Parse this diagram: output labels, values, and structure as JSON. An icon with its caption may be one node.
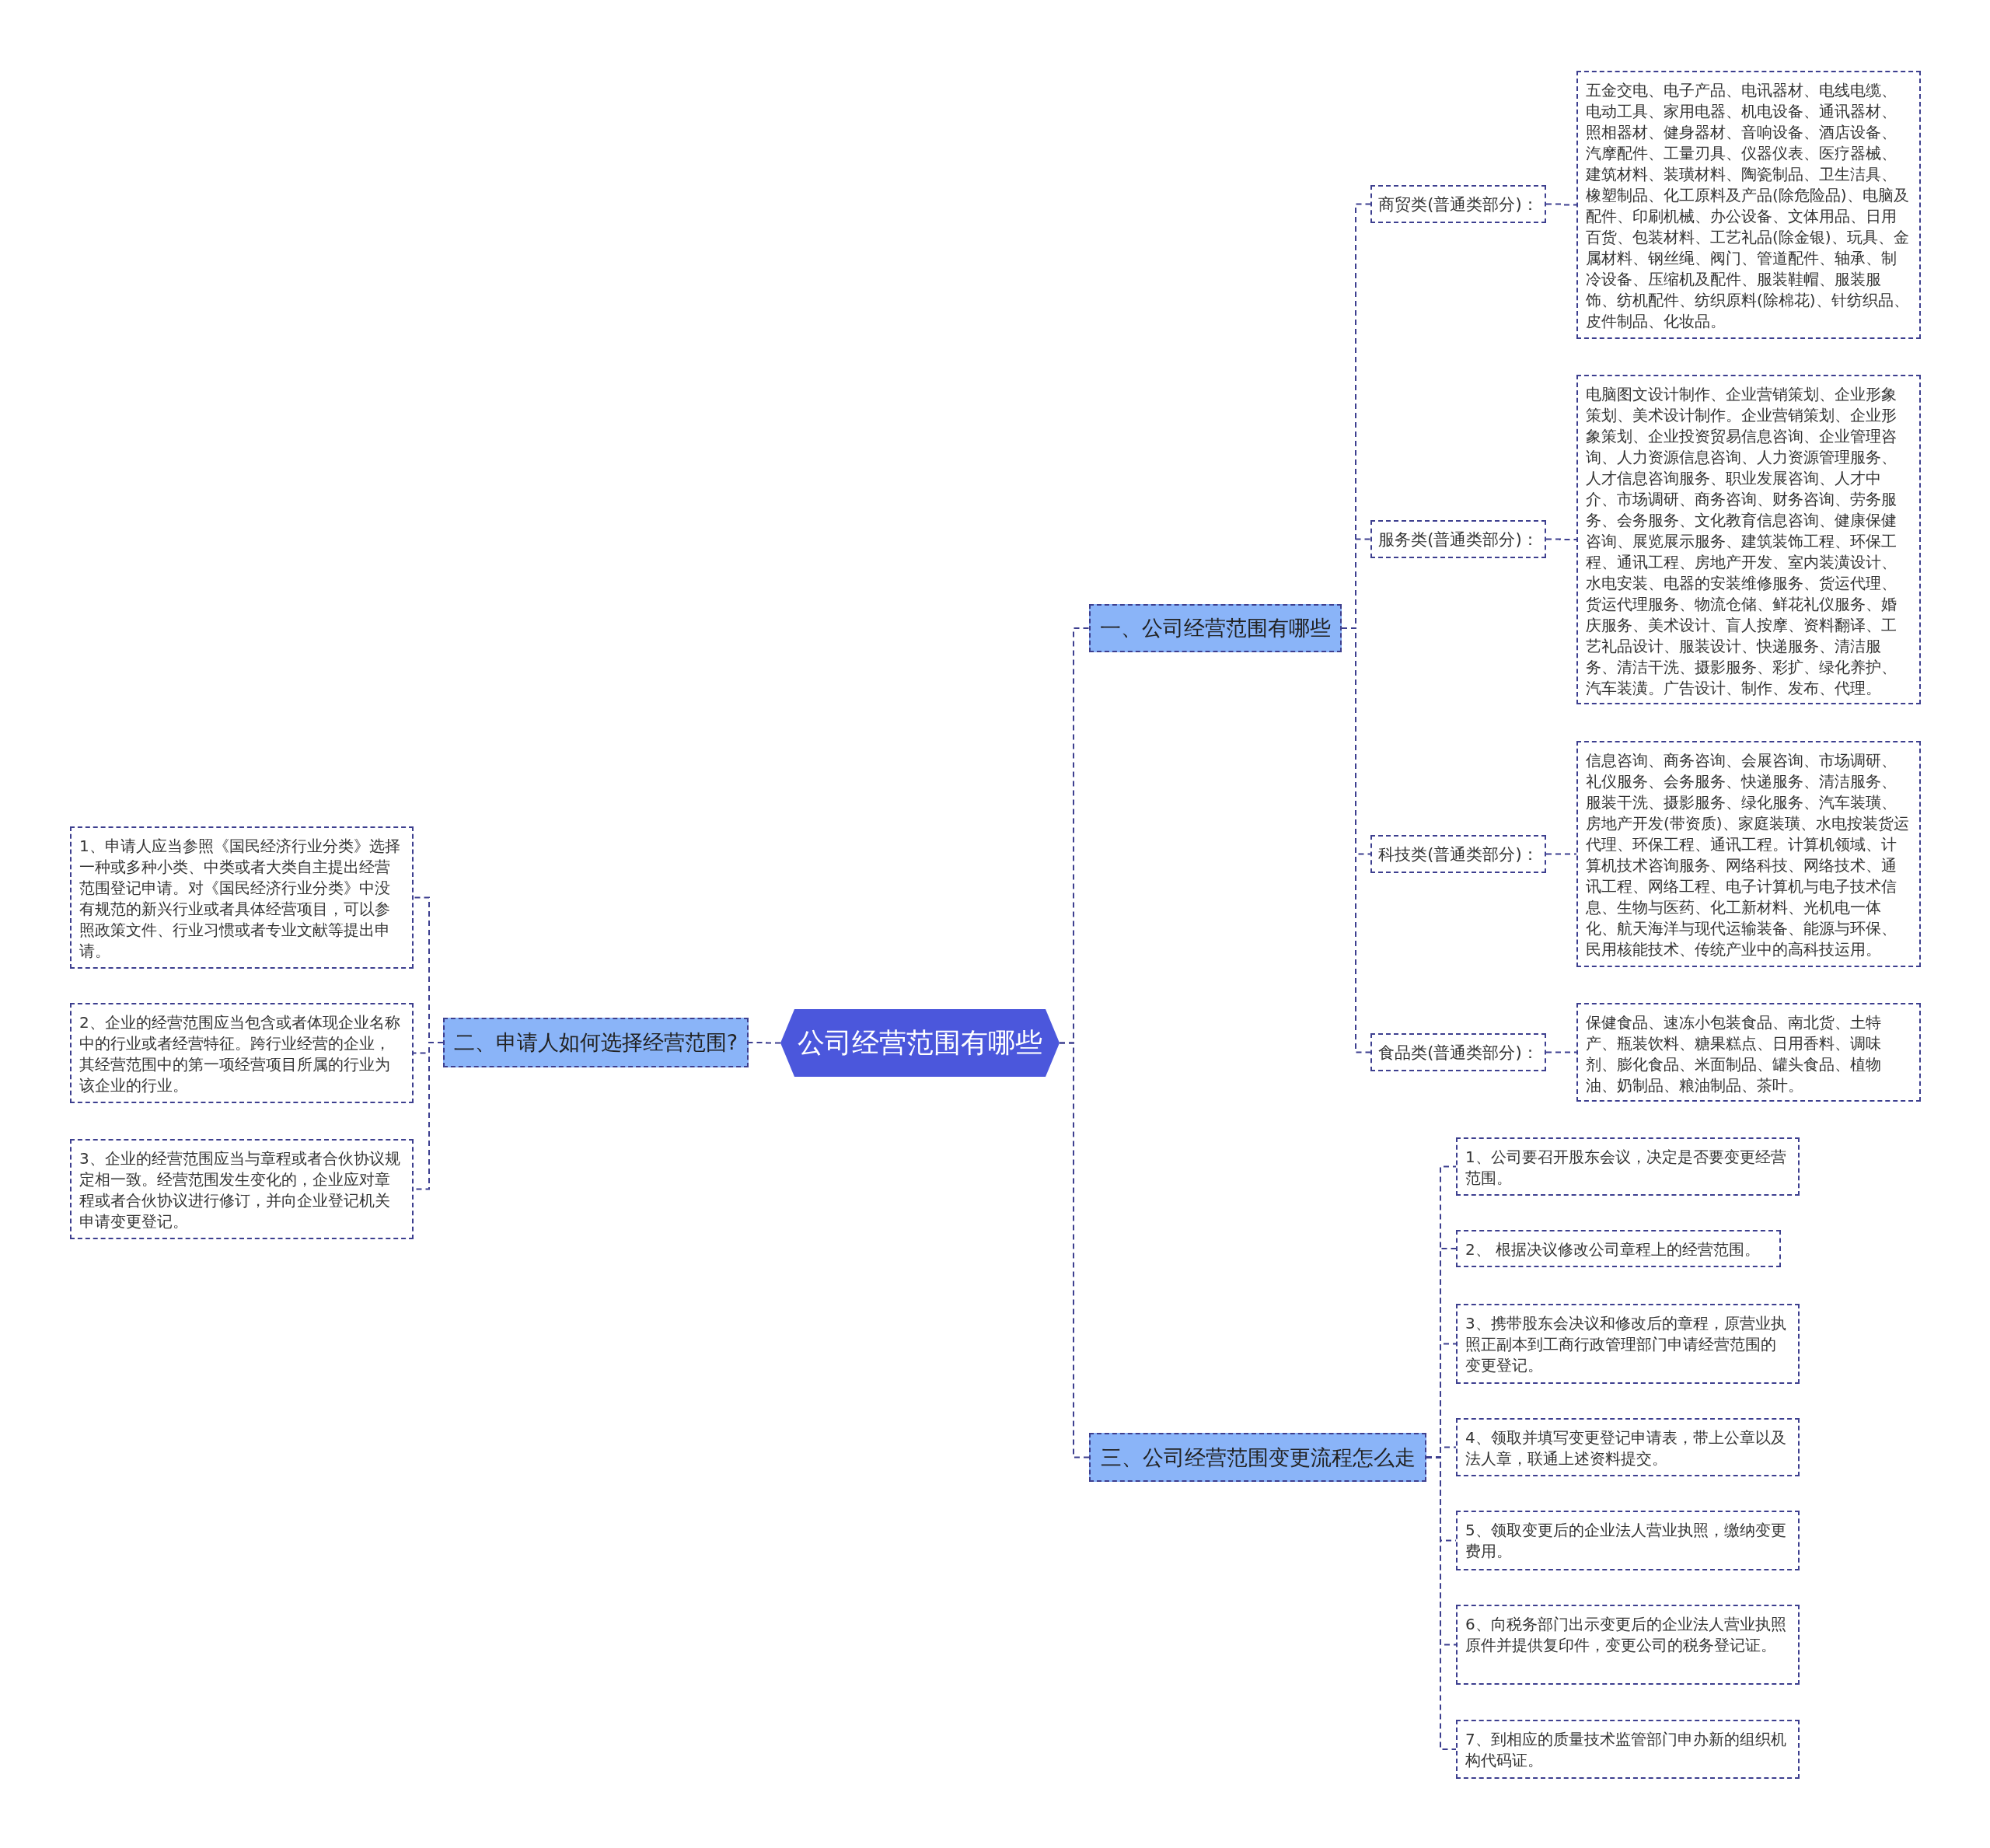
{
  "diagram": {
    "nodes": [
      {
        "text": [
          "公司经营范围有哪些"
        ]
      },
      {
        "text": [
          "一、公司经营范围有哪些"
        ]
      },
      {
        "text": [
          "商贸类(普通类部分)："
        ]
      },
      {
        "text": [
          "五金交电、电子产品、电讯器材、电线电缆、电动工具、家用电器、机电设备、通讯器材、照相器材、健身器材、音响设备、酒店设备、汽摩配件、工量刃具、仪器仪表、医疗器械、建筑材料、装璜材料、陶瓷制品、卫生洁具、橡塑制品、化工原料及产品(除危险品)、电脑及配件、印刷机械、办公设备、文体用品、日用百货、包装材料、工艺礼品(除金银)、玩具、金属材料、钢丝绳、阀门、管道配件、轴承、制冷设备、压缩机及配件、服装鞋帽、服装服饰、纺机配件、纺织原料(除棉花)、针纺织品、皮件制品、化妆品。"
        ]
      },
      {
        "text": [
          "服务类(普通类部分)："
        ]
      },
      {
        "text": [
          "电脑图文设计制作、企业营销策划、企业形象策划、美术设计制作。企业营销策划、企业形象策划、企业投资贸易信息咨询、企业管理咨询、人力资源信息咨询、人力资源管理服务、人才信息咨询服务、职业发展咨询、人才中介、市场调研、商务咨询、财务咨询、劳务服务、会务服务、文化教育信息咨询、健康保健咨询、展览展示服务、建筑装饰工程、环保工程、通讯工程、房地产开发、室内装潢设计、水电安装、电器的安装维修服务、货运代理、货运代理服务、物流仓储、鲜花礼仪服务、婚庆服务、美术设计、盲人按摩、资料翻译、工艺礼品设计、服装设计、快递服务、清洁服务、清洁干洗、摄影服务、彩扩、绿化养护、汽车装潢。广告设计、制作、发布、代理。"
        ]
      },
      {
        "text": [
          "科技类(普通类部分)："
        ]
      },
      {
        "text": [
          "信息咨询、商务咨询、会展咨询、市场调研、礼仪服务、会务服务、快递服务、清洁服务、服装干洗、摄影服务、绿化服务、汽车装璜、房地产开发(带资质)、家庭装璜、水电按装货运代理、环保工程、通讯工程。计算机领域、计算机技术咨询服务、网络科技、网络技术、通讯工程、网络工程、电子计算机与电子技术信息、生物与医药、化工新材料、光机电一体化、航天海洋与现代运输装备、能源与环保、民用核能技术、传统产业中的高科技运用。"
        ]
      },
      {
        "text": [
          "食品类(普通类部分)："
        ]
      },
      {
        "text": [
          "保健食品、速冻小包装食品、南北货、土特产、瓶装饮料、糖果糕点、日用香料、调味剂、膨化食品、米面制品、罐头食品、植物油、奶制品、粮油制品、茶叶。"
        ]
      },
      {
        "text": [
          "二、申请人如何选择经营范围?"
        ]
      },
      {
        "text": [
          "1、申请人应当参照《国民经济行业分类》选择一种或多种小类、中类或者大类自主提出经营范围登记申请。对《国民经济行业分类》中没有规范的新兴行业或者具体经营项目，可以参照政策文件、行业习惯或者专业文献等提出申请。"
        ]
      },
      {
        "text": [
          "2、企业的经营范围应当包含或者体现企业名称中的行业或者经营特征。跨行业经营的企业，其经营范围中的第一项经营项目所属的行业为该企业的行业。"
        ]
      },
      {
        "text": [
          "3、企业的经营范围应当与章程或者合伙协议规定相一致。经营范围发生变化的，企业应对章程或者合伙协议进行修订，并向企业登记机关申请变更登记。"
        ]
      },
      {
        "text": [
          "三、公司经营范围变更流程怎么走"
        ]
      },
      {
        "text": [
          "1、公司要召开股东会议，决定是否要变更经营范围。"
        ]
      },
      {
        "text": [
          "2、 根据决议修改公司章程上的经营范围。"
        ]
      },
      {
        "text": [
          "3、携带股东会决议和修改后的章程，原营业执照正副本到工商行政管理部门申请经营范围的变更登记。"
        ]
      },
      {
        "text": [
          "4、领取并填写变更登记申请表，带上公章以及法人章，联通上述资料提交。"
        ]
      },
      {
        "text": [
          "5、领取变更后的企业法人营业执照，缴纳变更费用。"
        ]
      },
      {
        "text": [
          "6、向税务部门出示变更后的企业法人营业执照原件并提供复印件，变更公司的税务登记证。"
        ]
      },
      {
        "text": [
          "7、到相应的质量技术监管部门申办新的组织机构代码证。"
        ]
      }
    ],
    "edges": [
      {
        "from": 0,
        "to": 1,
        "arrow": "none"
      },
      {
        "from": 1,
        "to": 2,
        "arrow": "none"
      },
      {
        "from": 2,
        "to": 3,
        "arrow": "none"
      },
      {
        "from": 1,
        "to": 4,
        "arrow": "none"
      },
      {
        "from": 4,
        "to": 5,
        "arrow": "none"
      },
      {
        "from": 1,
        "to": 6,
        "arrow": "none"
      },
      {
        "from": 6,
        "to": 7,
        "arrow": "none"
      },
      {
        "from": 1,
        "to": 8,
        "arrow": "none"
      },
      {
        "from": 8,
        "to": 9,
        "arrow": "none"
      },
      {
        "from": 0,
        "to": 10,
        "arrow": "none"
      },
      {
        "from": 10,
        "to": 11,
        "arrow": "none"
      },
      {
        "from": 10,
        "to": 12,
        "arrow": "none"
      },
      {
        "from": 10,
        "to": 13,
        "arrow": "none"
      },
      {
        "from": 0,
        "to": 14,
        "arrow": "none"
      },
      {
        "from": 14,
        "to": 15,
        "arrow": "none"
      },
      {
        "from": 14,
        "to": 16,
        "arrow": "none"
      },
      {
        "from": 14,
        "to": 17,
        "arrow": "none"
      },
      {
        "from": 14,
        "to": 18,
        "arrow": "none"
      },
      {
        "from": 14,
        "to": 19,
        "arrow": "none"
      },
      {
        "from": 14,
        "to": 20,
        "arrow": "none"
      },
      {
        "from": 14,
        "to": 21,
        "arrow": "none"
      }
    ]
  }
}
